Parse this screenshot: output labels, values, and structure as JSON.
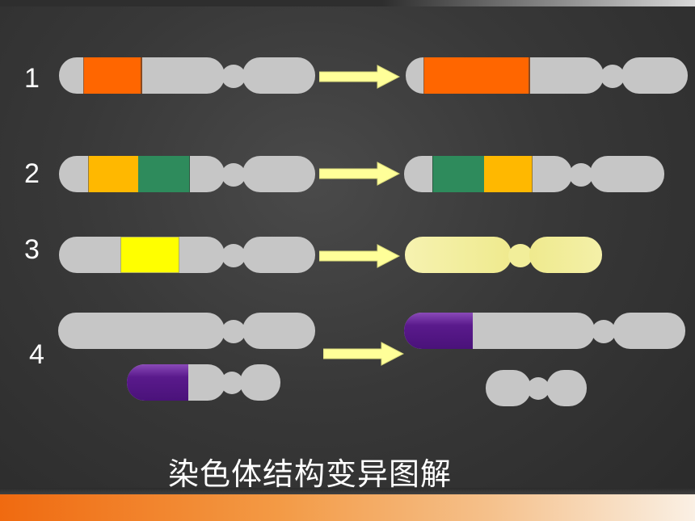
{
  "row_labels": [
    "1",
    "2",
    "3",
    "4"
  ],
  "caption": "染色体结构变异图解",
  "colors": {
    "chromosome_gray": "#c6c6c6",
    "orange": "#ff6600",
    "gold": "#ffb800",
    "green": "#2e8b5c",
    "yellow": "#ffff00",
    "pale_yellow": "#f2ee9a",
    "purple": "#5a1a8c",
    "arrow_fill": "#ffff99",
    "bottom_bar": "#f06a10"
  }
}
